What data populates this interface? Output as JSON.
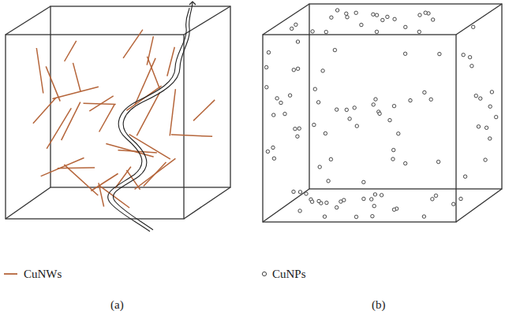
{
  "diagram": {
    "labels": [
      "(a)",
      "(b)"
    ],
    "legend": [
      {
        "text": "CuNWs"
      },
      {
        "text": "CuNPs"
      }
    ]
  }
}
